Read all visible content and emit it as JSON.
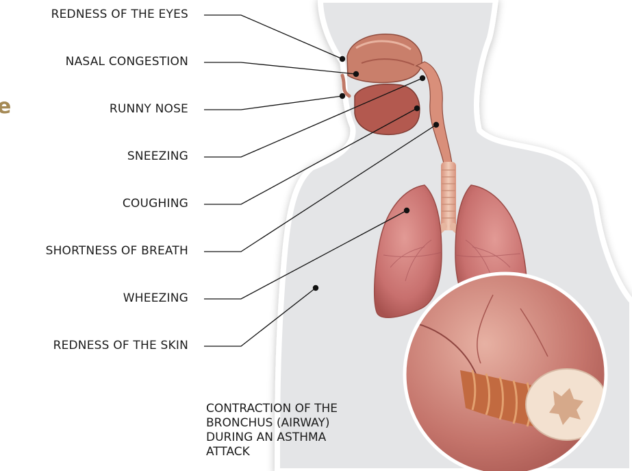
{
  "partial_heading_letter": "e",
  "symptoms": [
    "REDNESS OF THE EYES",
    "NASAL CONGESTION",
    "RUNNY NOSE",
    "SNEEZING",
    "COUGHING",
    "SHORTNESS OF BREATH",
    "WHEEZING",
    "REDNESS OF THE SKIN"
  ],
  "caption_lines": [
    "CONTRACTION OF THE",
    "BRONCHUS (AIRWAY)",
    "DURING AN ASTHMA",
    "ATTACK"
  ],
  "colors": {
    "body_fill": "#e4e5e7",
    "body_outline": "#ffffff",
    "tissue": "#c07866",
    "lung": "#c8706e",
    "trachea": "#e6b6a0",
    "heading_accent": "#a58a56"
  }
}
